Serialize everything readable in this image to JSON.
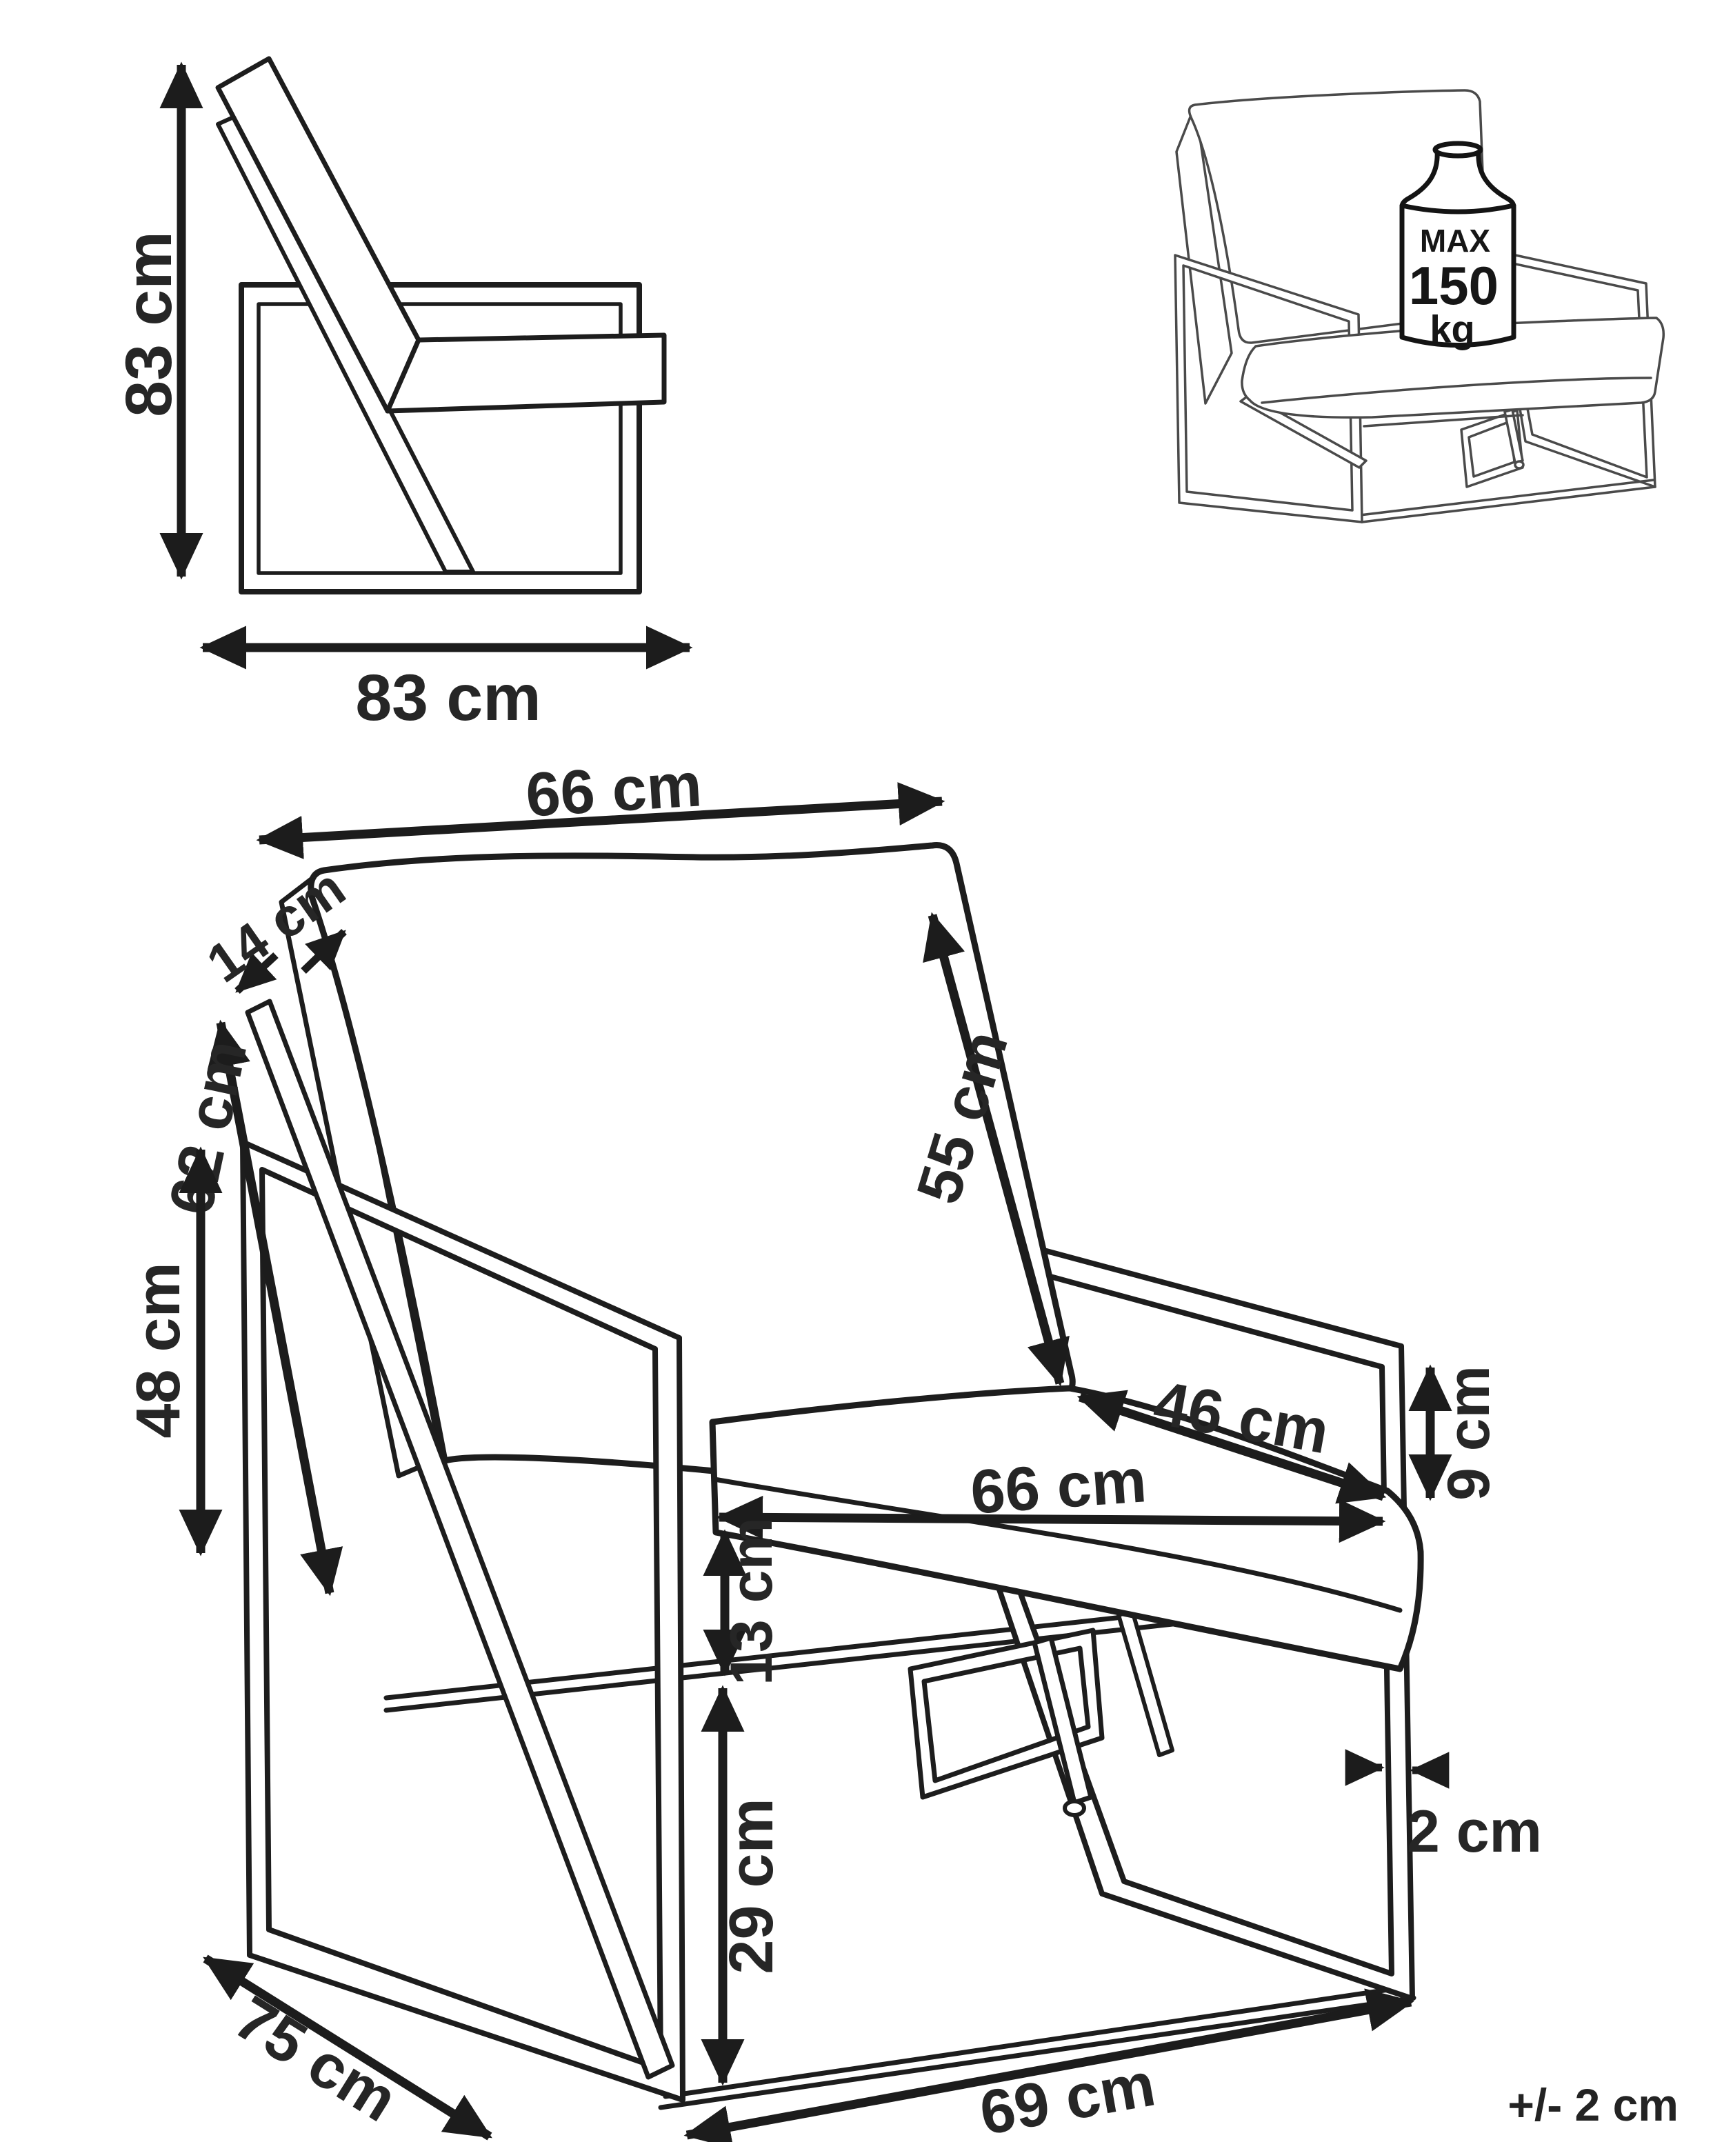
{
  "colors": {
    "main_line": "#1d1d1d",
    "sketch_line": "#4a4a4a",
    "dimension_text": "#262626",
    "background": "#ffffff"
  },
  "icons": {
    "load_limit": "weight-icon"
  },
  "side_view": {
    "height_label": "83 cm",
    "width_label": "83 cm"
  },
  "load_badge": {
    "line1": "MAX",
    "line2": "150",
    "line3": "kg"
  },
  "main_view": {
    "backrest_width": "66 cm",
    "backrest_thickness": "14 cm",
    "backrest_frame_length": "62 cm",
    "armrest_height": "48 cm",
    "backrest_cushion_length": "55 cm",
    "seat_depth": "46 cm",
    "armrest_above_seat": "9 cm",
    "seat_width": "66 cm",
    "seat_cushion_thickness": "13 cm",
    "under_seat_height": "29 cm",
    "frame_tube_thickness": "2 cm",
    "side_depth": "75 cm",
    "front_width": "69 cm"
  },
  "footer": {
    "tolerance_note": "+/- 2 cm"
  }
}
